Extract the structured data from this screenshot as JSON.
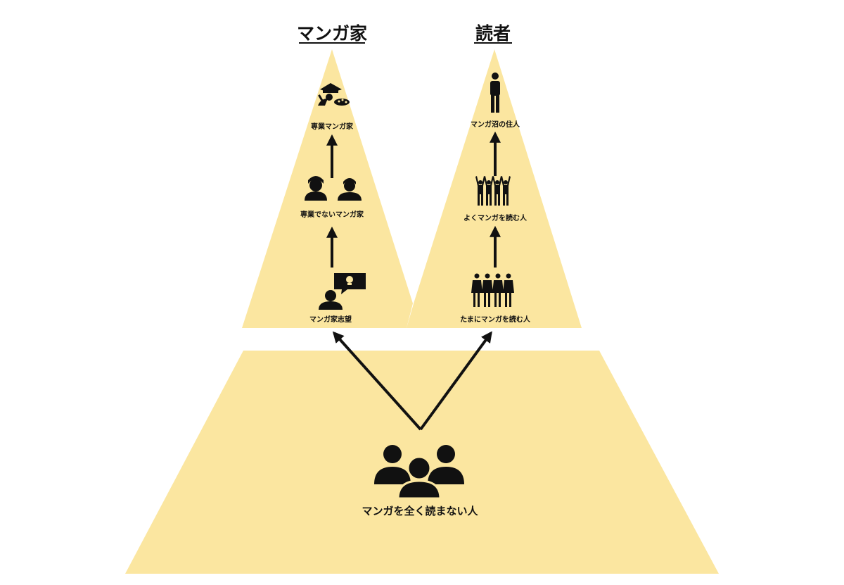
{
  "colors": {
    "fill": "#fbe6a0",
    "ink": "#111111"
  },
  "manga_artist": {
    "heading": "マンガ家",
    "levels": [
      {
        "label": "専業マンガ家",
        "icon": "painter-icon"
      },
      {
        "label": "専業でないマンガ家",
        "icon": "two-people-icon"
      },
      {
        "label": "マンガ家志望",
        "icon": "person-idea-bubble-icon"
      }
    ]
  },
  "reader": {
    "heading": "読者",
    "levels": [
      {
        "label": "マンガ沼の住人",
        "icon": "standing-person-icon"
      },
      {
        "label": "よくマンガを読む人",
        "icon": "cheering-crowd-icon"
      },
      {
        "label": "たまにマンガを読む人",
        "icon": "group-standing-icon"
      }
    ]
  },
  "base": {
    "label": "マンガを全く読まない人",
    "icon": "people-group-icon"
  }
}
